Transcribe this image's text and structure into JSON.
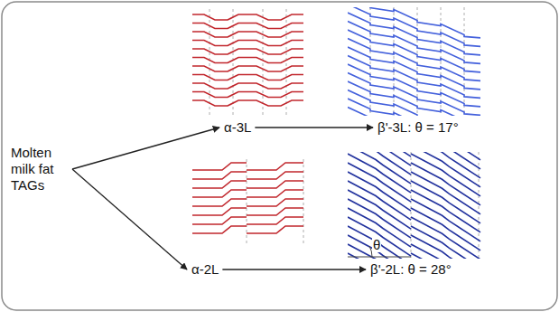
{
  "diagram": {
    "nodes": [
      {
        "text": [
          "Molten milk fat TAGs"
        ]
      },
      {
        "text": [
          "α-3L"
        ]
      },
      {
        "text": [
          "β'-3L: θ = 17°"
        ]
      },
      {
        "text": [
          "α-2L"
        ]
      },
      {
        "text": [
          "β'-2L: θ = 28°"
        ]
      }
    ],
    "edges": [
      {
        "from": 0,
        "to": 1,
        "arrow": "to"
      },
      {
        "from": 0,
        "to": 3,
        "arrow": "to"
      },
      {
        "from": 1,
        "to": 2,
        "arrow": "to"
      },
      {
        "from": 3,
        "to": 4,
        "arrow": "to"
      }
    ],
    "labels": [
      "θ"
    ]
  }
}
